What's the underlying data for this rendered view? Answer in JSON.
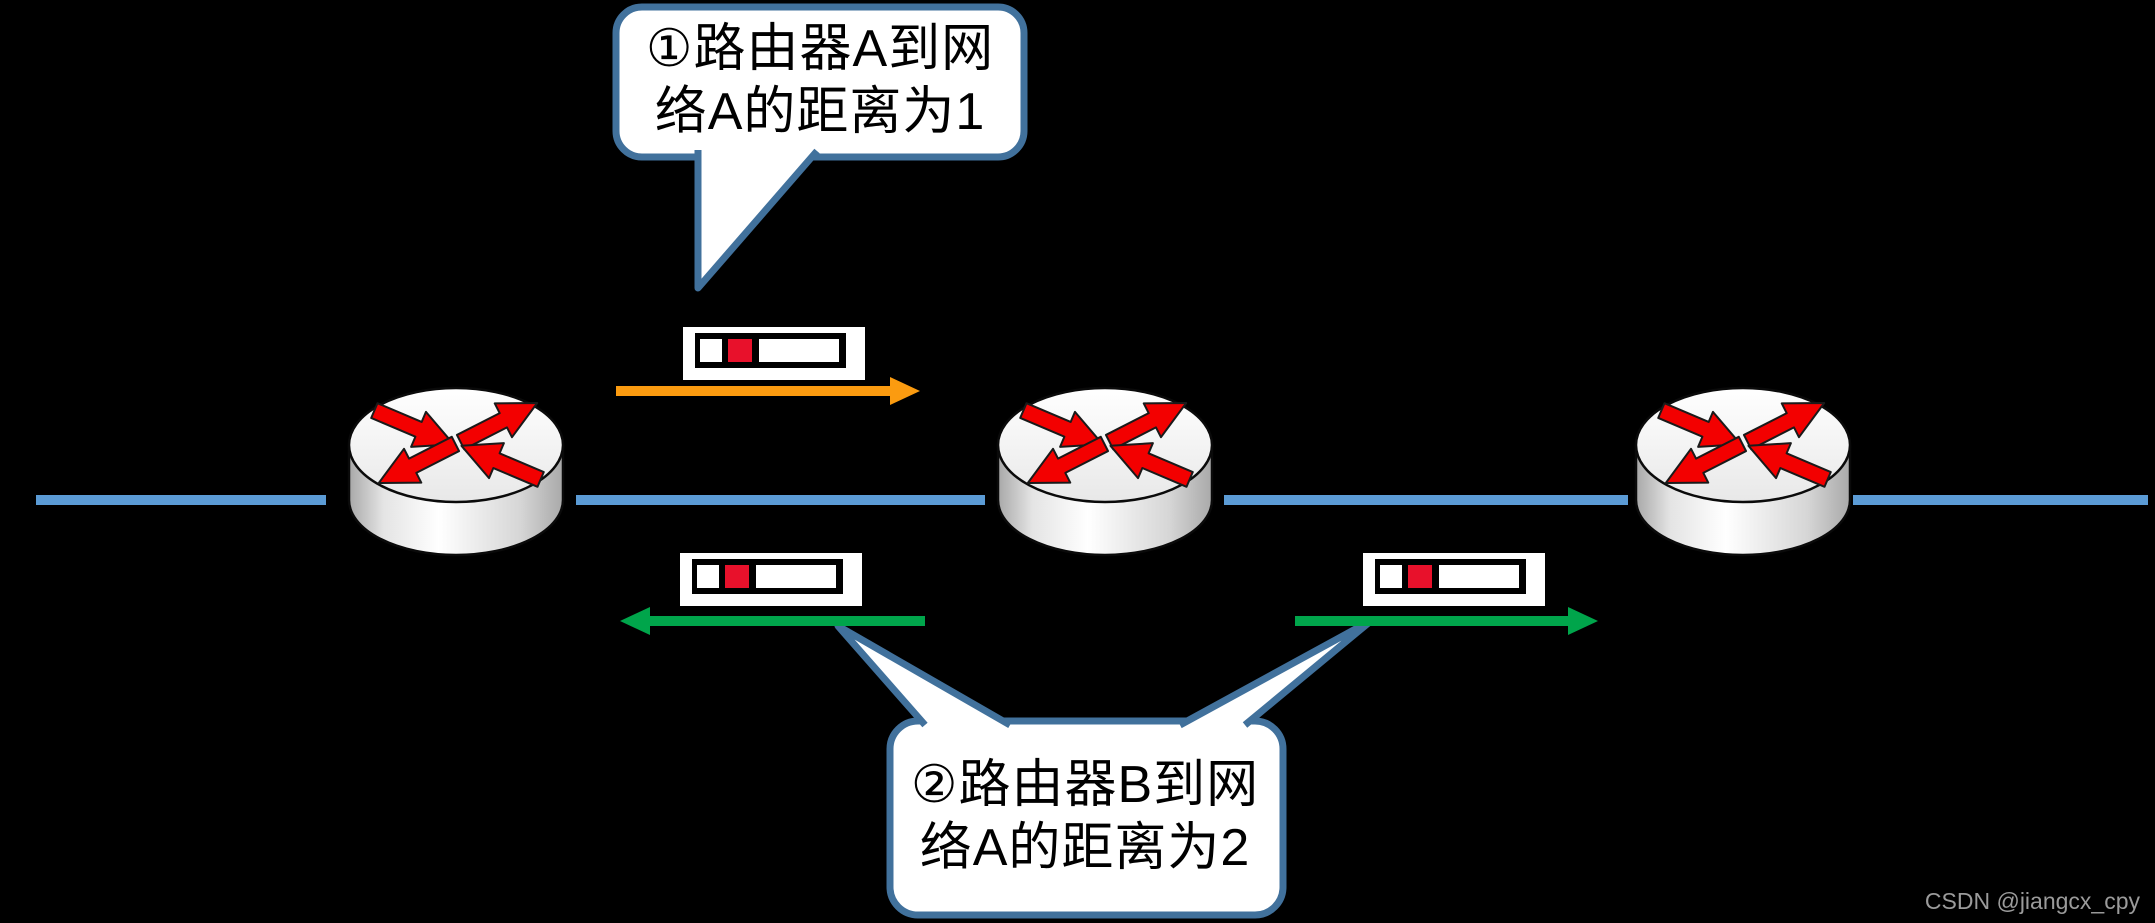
{
  "top_callout": {
    "text": "①路由器A到网络A的距离为1",
    "lines": [
      "①路由器A到网",
      "络A的距离为1"
    ]
  },
  "bottom_callout": {
    "text": "②路由器B到网络A的距离为2",
    "lines": [
      "②路由器B到网",
      "络A的距离为2"
    ]
  },
  "watermark": {
    "text": "CSDN @jiangcx_cpy"
  },
  "icons": {
    "router": "cisco-router-icon",
    "packet": "routing-update-packet-icon",
    "orange_arrow": "packet-travel-arrow-right",
    "green_arrow_left": "packet-travel-arrow-left",
    "green_arrow_right": "packet-travel-arrow-right"
  },
  "colors": {
    "background": "#000000",
    "callout-border": "#41719C",
    "callout-fill": "#FFFFFF",
    "link-blue": "#5B9BD5",
    "arrow-orange": "#FB9B10",
    "arrow-green": "#00A54B",
    "packet-red": "#E8112B",
    "router-red": "#F30000",
    "watermark-gray": "#9B9B9B"
  }
}
